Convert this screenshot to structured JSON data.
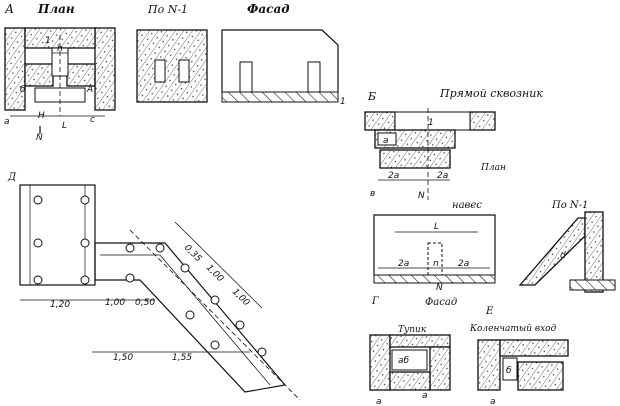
{
  "fig_a": {
    "letter": "А",
    "plan_title": "План",
    "section_title": "По N-1",
    "facade_title": "Фасад",
    "marks": {
      "one": "1",
      "n": "n",
      "b": "б",
      "a_mark": "А",
      "a": "а",
      "h": "Н",
      "l": "L",
      "c": "с",
      "N": "N"
    }
  },
  "fig_b": {
    "letter": "Б",
    "title": "Прямой сквозник",
    "plan_label": "План",
    "section_title": "По N-1",
    "canopy_label": "навес",
    "facade_label": "Фасад",
    "marks": {
      "one": "1",
      "a": "а",
      "two_a": "2а",
      "v": "в",
      "N": "N",
      "L": "L",
      "n": "n",
      "d": "d"
    }
  },
  "fig_d": {
    "letter": "Д",
    "dims": [
      "0,35",
      "1,00",
      "1,00",
      "1,20",
      "1,00",
      "0,50",
      "1,50",
      "1,55"
    ]
  },
  "fig_g": {
    "letter": "Г",
    "title": "Тупик",
    "marks": {
      "ab": "аб",
      "a": "а",
      "a2": "а"
    }
  },
  "fig_e": {
    "letter": "Е",
    "title": "Коленчатый вход",
    "marks": {
      "b": "б",
      "a": "а"
    }
  }
}
